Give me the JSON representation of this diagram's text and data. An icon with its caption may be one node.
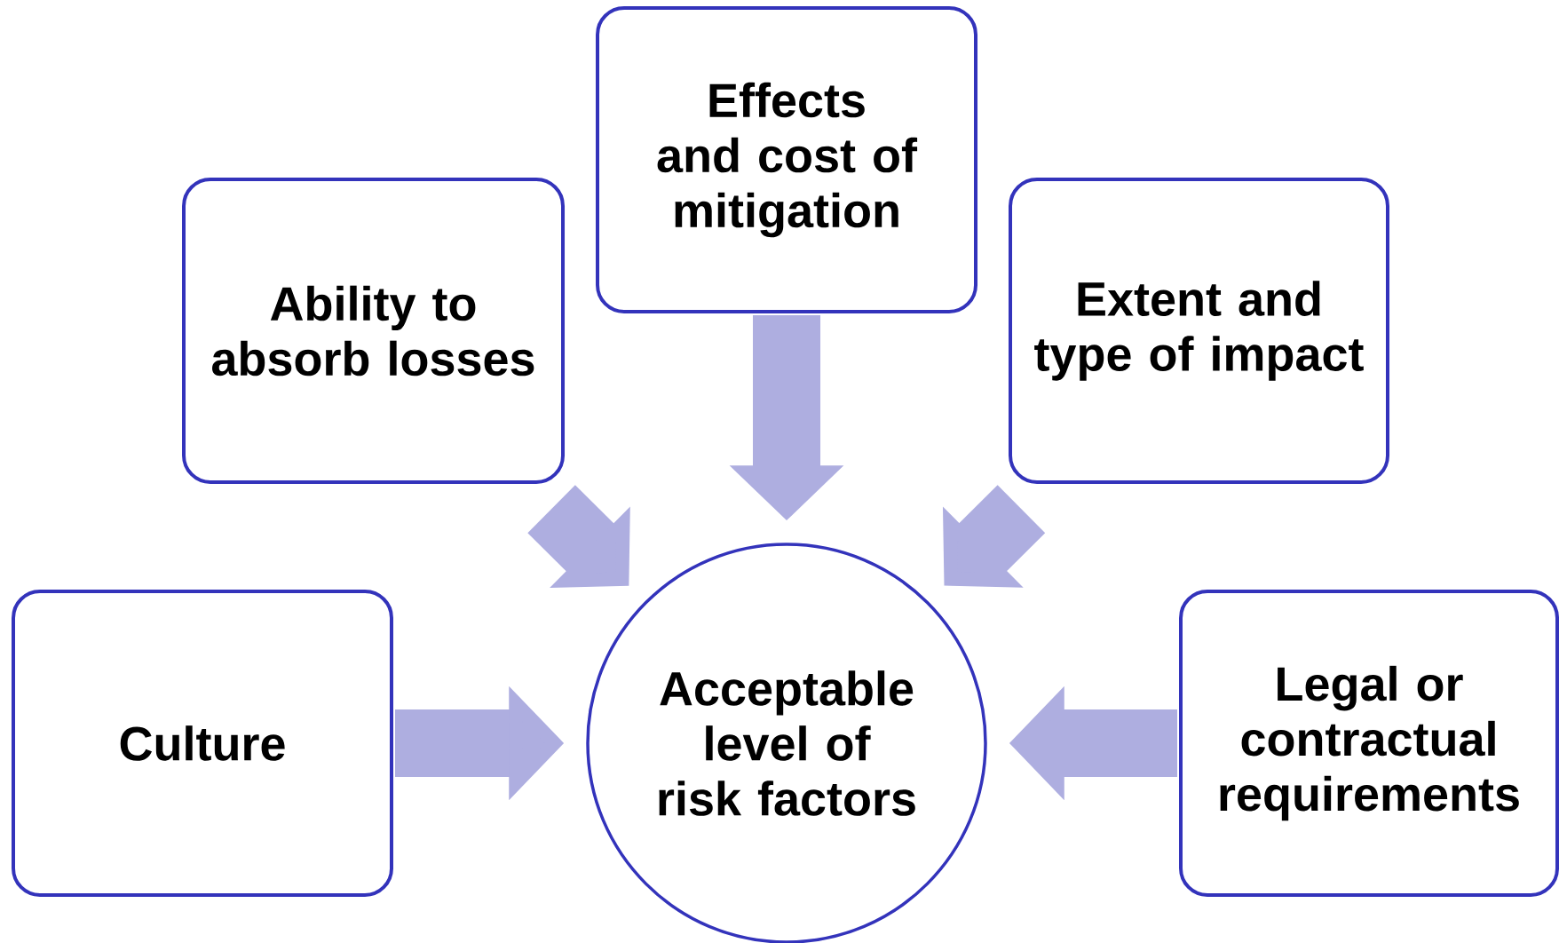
{
  "diagram": {
    "nodes": [
      {
        "text": [
          "Effects and cost of mitigation"
        ]
      },
      {
        "text": [
          "Ability to absorb losses"
        ]
      },
      {
        "text": [
          "Extent and type of impact"
        ]
      },
      {
        "text": [
          "Culture"
        ]
      },
      {
        "text": [
          "Acceptable level of risk factors"
        ]
      },
      {
        "text": [
          "Legal or contractual requirements"
        ]
      }
    ],
    "edges": [
      {
        "from": 0,
        "to": 4,
        "arrow": "to"
      },
      {
        "from": 1,
        "to": 4,
        "arrow": "to"
      },
      {
        "from": 2,
        "to": 4,
        "arrow": "to"
      },
      {
        "from": 3,
        "to": 4,
        "arrow": "to"
      },
      {
        "from": 5,
        "to": 4,
        "arrow": "to"
      }
    ]
  }
}
